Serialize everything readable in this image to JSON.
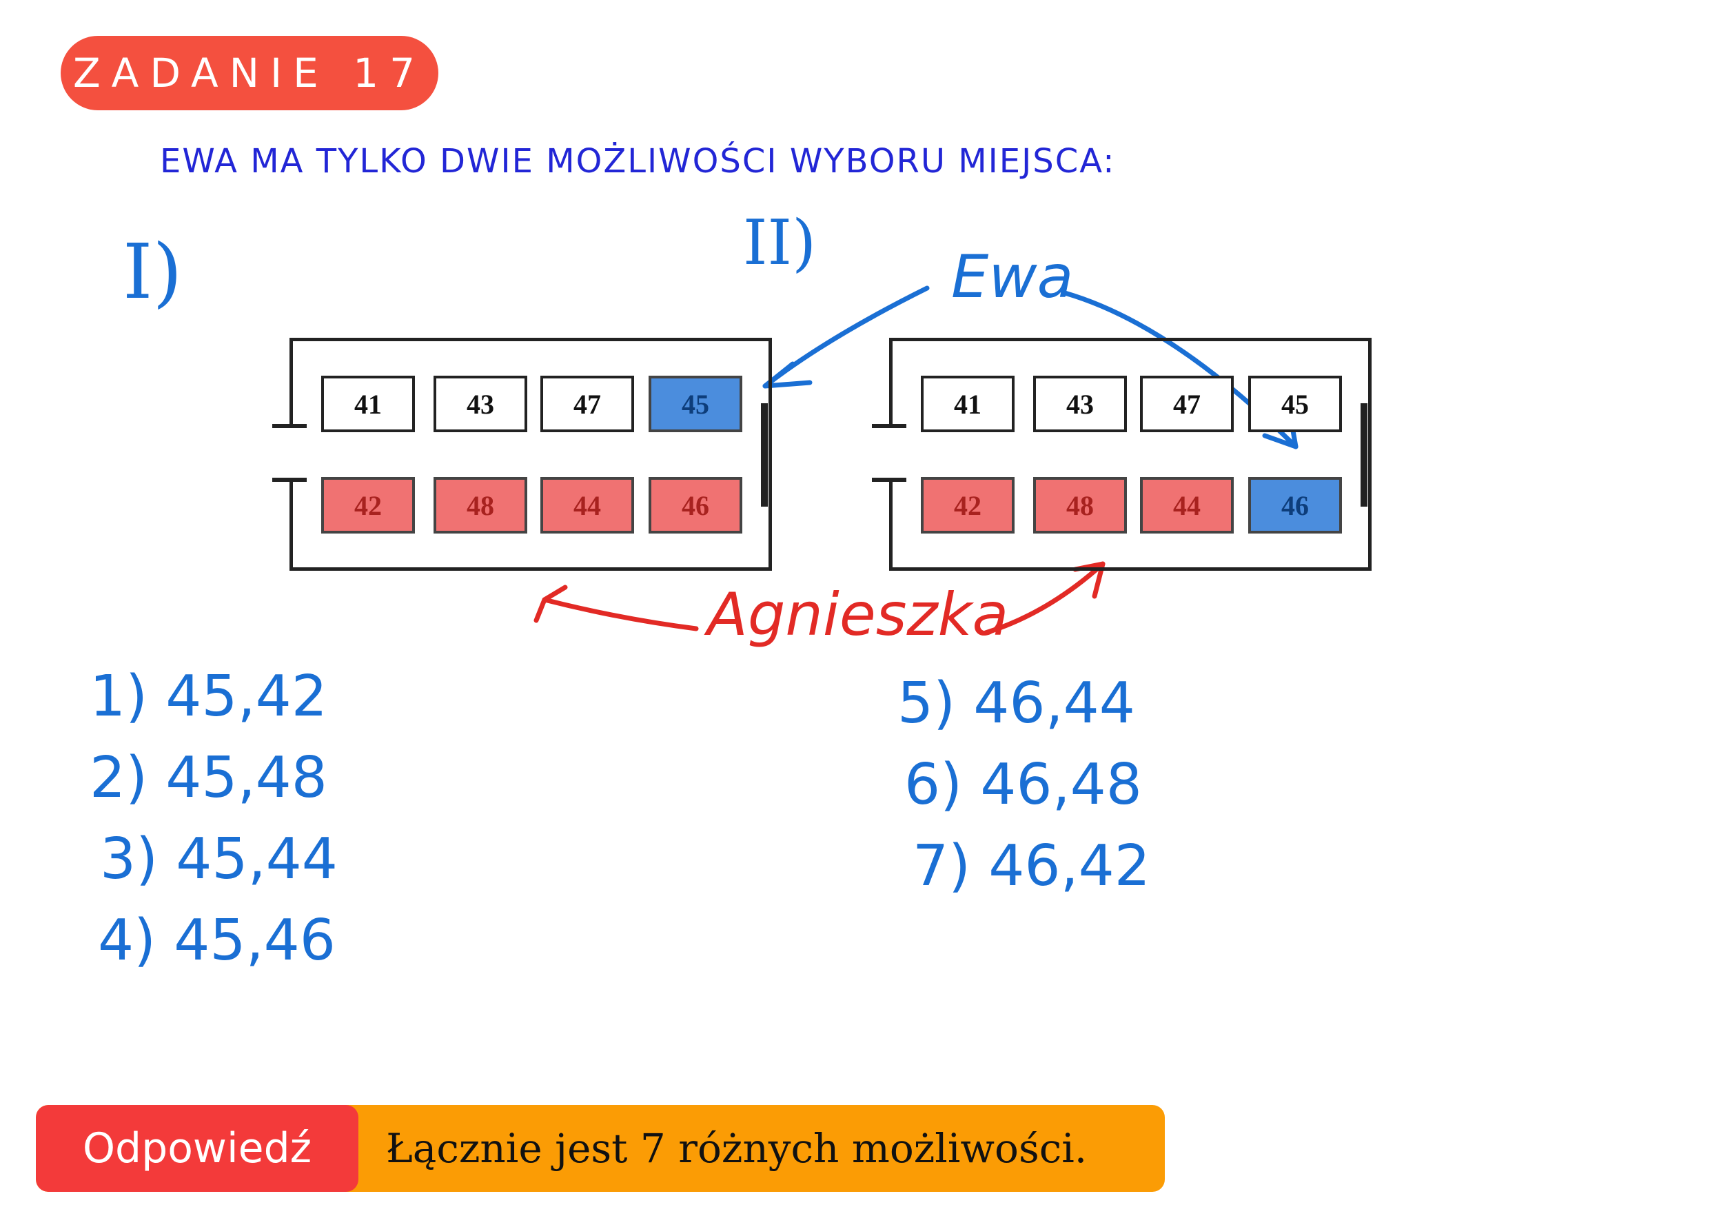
{
  "task_badge": "ZADANIE 17",
  "headline": "EWA MA TYLKO DWIE MOŻLIWOŚCI WYBORU MIEJSCA:",
  "case_labels": [
    "I)",
    "II)"
  ],
  "annotations": {
    "ewa": "Ewa",
    "agnieszka": "Agnieszka"
  },
  "layouts": [
    {
      "top_row": [
        {
          "num": "41",
          "state": "white"
        },
        {
          "num": "43",
          "state": "white"
        },
        {
          "num": "47",
          "state": "white"
        },
        {
          "num": "45",
          "state": "blue"
        }
      ],
      "bottom_row": [
        {
          "num": "42",
          "state": "red"
        },
        {
          "num": "48",
          "state": "red"
        },
        {
          "num": "44",
          "state": "red"
        },
        {
          "num": "46",
          "state": "red"
        }
      ]
    },
    {
      "top_row": [
        {
          "num": "41",
          "state": "white"
        },
        {
          "num": "43",
          "state": "white"
        },
        {
          "num": "47",
          "state": "white"
        },
        {
          "num": "45",
          "state": "white"
        }
      ],
      "bottom_row": [
        {
          "num": "42",
          "state": "red"
        },
        {
          "num": "48",
          "state": "red"
        },
        {
          "num": "44",
          "state": "red"
        },
        {
          "num": "46",
          "state": "blue"
        }
      ]
    }
  ],
  "options_left": [
    "1) 45,42",
    "2) 45,48",
    "3) 45,44",
    "4) 45,46"
  ],
  "options_right": [
    "5) 46,44",
    "6) 46,48",
    "7) 46,42"
  ],
  "answer": {
    "label": "Odpowiedź",
    "text": "Łącznie jest 7 różnych możliwości."
  },
  "colors": {
    "badge": "#f4503f",
    "headline": "#2226d6",
    "ink_blue": "#1a6fd4",
    "ink_red": "#e22a25",
    "seat_red": "#f07272",
    "seat_blue": "#4b8ddd",
    "answer_label": "#f33a3a",
    "answer_bar": "#fb9c05"
  }
}
